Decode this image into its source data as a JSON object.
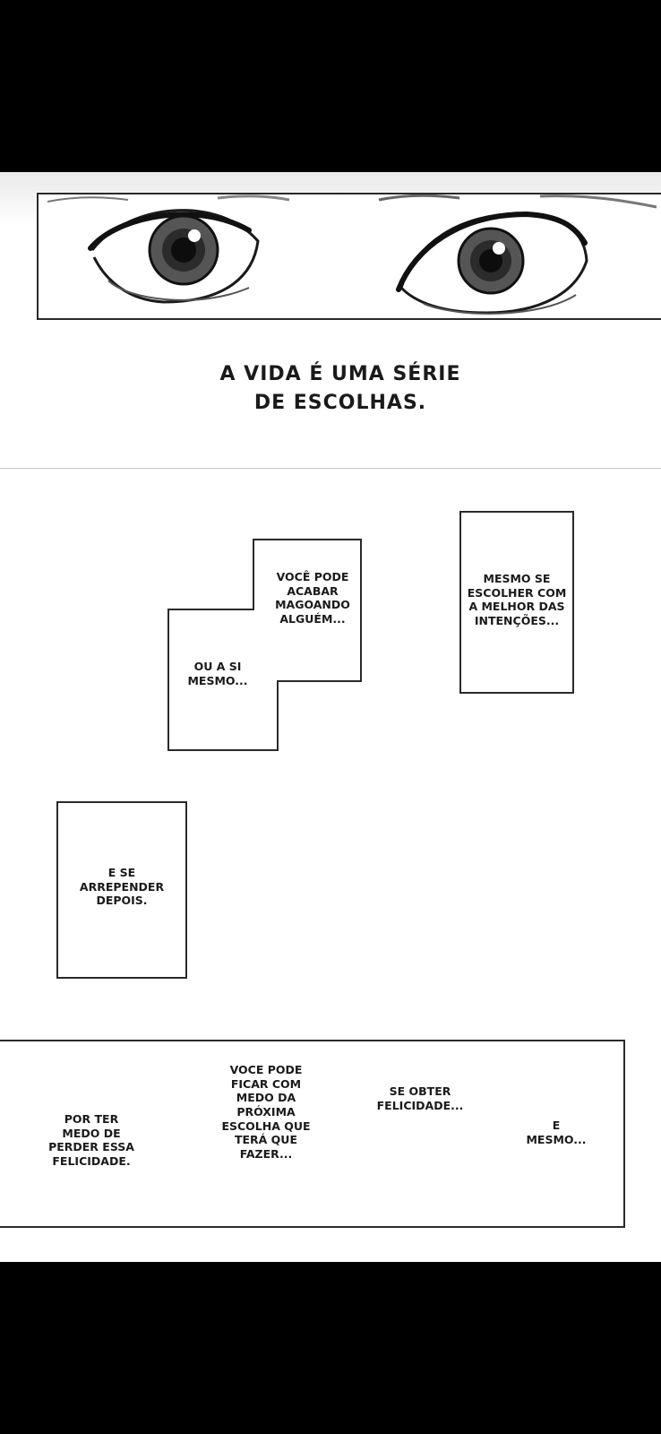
{
  "caption": {
    "line1": "A VIDA É UMA SÉRIE",
    "line2": "DE ESCOLHAS."
  },
  "bubbles": {
    "voce_pode_acabar": [
      "VOCÊ PODE",
      "ACABAR",
      "MAGOANDO",
      "ALGUÉM..."
    ],
    "ou_a_si_mesmo": [
      "OU A SI",
      "MESMO..."
    ],
    "mesmo_se_escolher": [
      "MESMO SE",
      "ESCOLHER COM",
      "A MELHOR DAS",
      "INTENÇÕES..."
    ],
    "e_se_arrepender": [
      "E SE",
      "ARREPENDER",
      "DEPOIS."
    ]
  },
  "bottom": {
    "por_ter_medo": [
      "POR TER",
      "MEDO DE",
      "PERDER ESSA",
      "FELICIDADE."
    ],
    "voce_pode_ficar": [
      "VOCE PODE",
      "FICAR COM",
      "MEDO DA",
      "PRÓXIMA",
      "ESCOLHA QUE",
      "TERÁ QUE",
      "FAZER..."
    ],
    "se_obter": [
      "SE OBTER",
      "FELICIDADE..."
    ],
    "e_mesmo": [
      "E",
      "MESMO..."
    ]
  },
  "colors": {
    "ink": "#1a1a1a",
    "background": "#000000",
    "paper": "#ffffff"
  },
  "icons": [
    "eye-left-icon",
    "eye-right-icon"
  ]
}
